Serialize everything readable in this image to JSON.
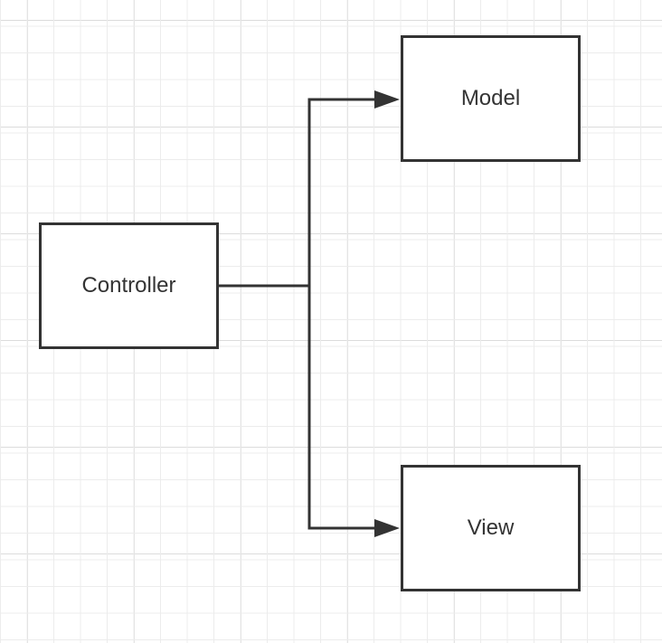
{
  "diagram": {
    "nodes": {
      "controller": {
        "label": "Controller"
      },
      "model": {
        "label": "Model"
      },
      "view": {
        "label": "View"
      }
    },
    "edges": [
      {
        "from": "Controller",
        "to": "Model"
      },
      {
        "from": "Controller",
        "to": "View"
      }
    ],
    "colors": {
      "stroke": "#333333",
      "grid": "#e6e6e6",
      "background": "#ffffff"
    }
  }
}
